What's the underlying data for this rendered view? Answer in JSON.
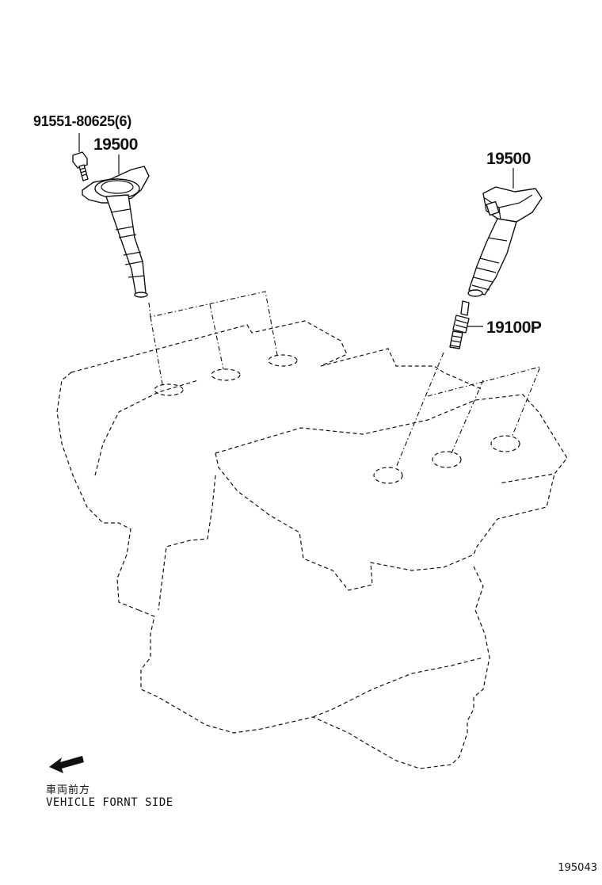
{
  "callouts": {
    "bolt": "91551-80625(6)",
    "coil_left": "19500",
    "coil_right": "19500",
    "spark_plug": "19100P"
  },
  "orientation": {
    "label_jp": "車両前方",
    "label_en": "VEHICLE FORNT SIDE"
  },
  "figure_id": "195043"
}
